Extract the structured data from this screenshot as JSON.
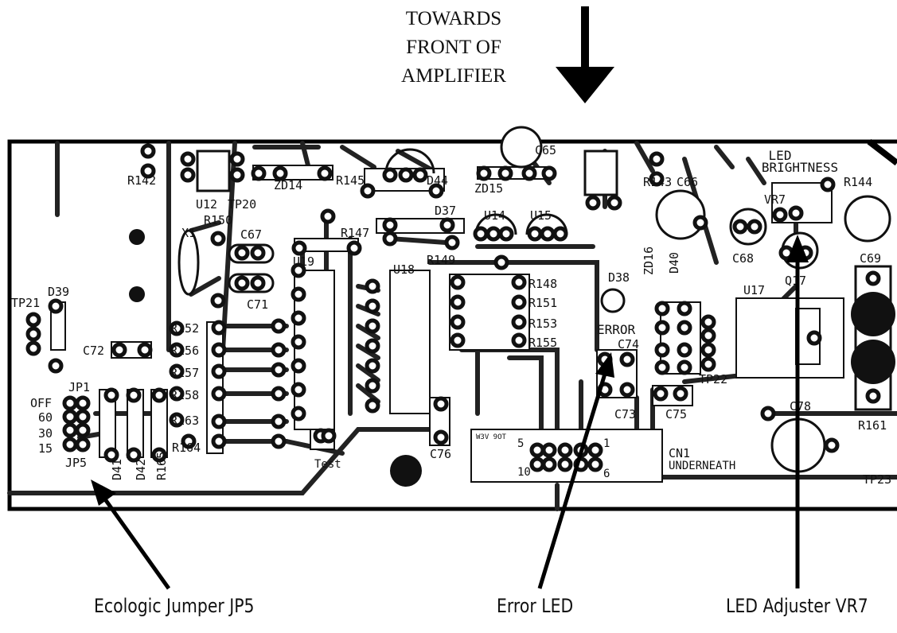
{
  "heading": {
    "line1": "TOWARDS",
    "line2": "FRONT OF",
    "line3": "AMPLIFIER"
  },
  "callouts": {
    "jumper": "Ecologic Jumper JP5",
    "error_led": "Error LED",
    "led_adjuster": "LED Adjuster VR7"
  },
  "board": {
    "led_brightness_1": "LED",
    "led_brightness_2": "BRIGHTNESS",
    "error": "ERROR",
    "cn1": "CN1",
    "underneath": "UNDERNEATH",
    "jp1": "JP1",
    "jp5": "JP5",
    "jp_off": "OFF",
    "jp_60": "60",
    "jp_30": "30",
    "jp_15": "15",
    "test": "Test",
    "cn_5": "5",
    "cn_1": "1",
    "cn_10": "10",
    "cn_6": "6",
    "cn_mirror": "W3V 9OT",
    "designators": [
      "R142",
      "U12",
      "TP20",
      "ZD14",
      "R145",
      "D44",
      "ZD15",
      "C65",
      "R143",
      "C66",
      "R144",
      "VR7",
      "C68",
      "C69",
      "Q17",
      "X1",
      "R150",
      "C67",
      "C71",
      "R147",
      "D37",
      "U14",
      "U15",
      "U19",
      "U18",
      "R149",
      "R148",
      "R151",
      "R153",
      "R155",
      "D38",
      "ZD16",
      "D40",
      "U17",
      "TP21",
      "D39",
      "R152",
      "R156",
      "R157",
      "R158",
      "R163",
      "R164",
      "C72",
      "C74",
      "C73",
      "C75",
      "TP22",
      "C76",
      "C78",
      "R161",
      "D41",
      "D42",
      "R165",
      "TP23"
    ]
  }
}
